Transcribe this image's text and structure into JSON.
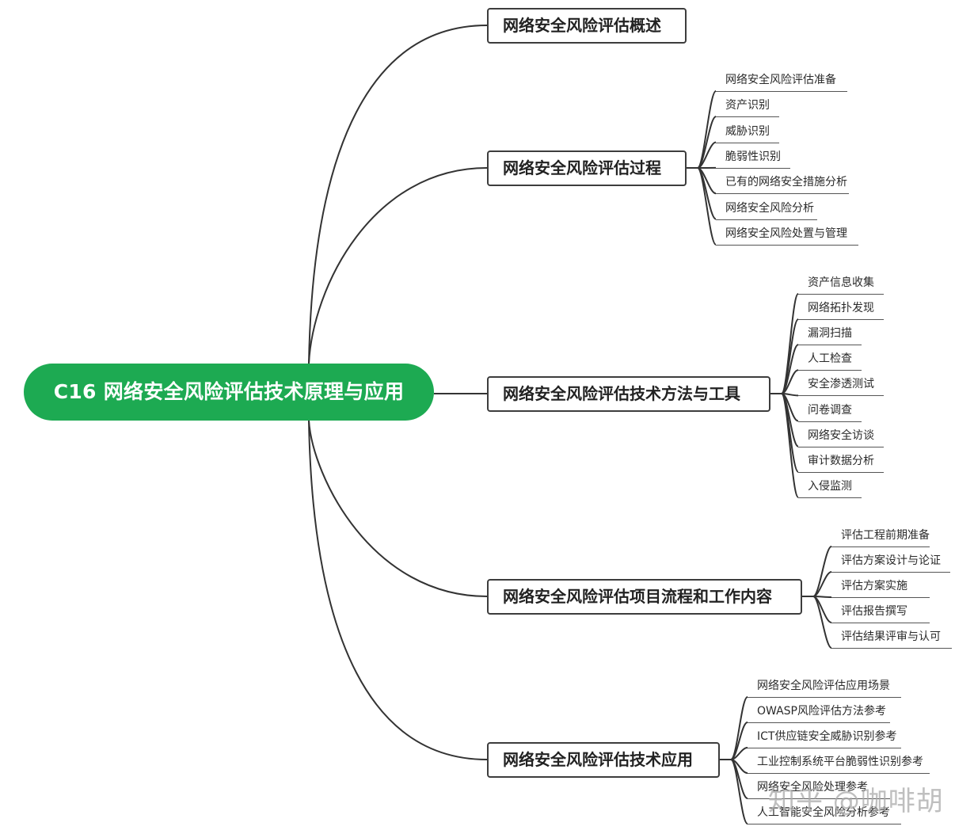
{
  "root": {
    "label": "C16 网络安全风险评估技术原理与应用",
    "color": "#1daa52"
  },
  "branches": [
    {
      "label": "网络安全风险评估概述",
      "children": []
    },
    {
      "label": "网络安全风险评估过程",
      "children": [
        "网络安全风险评估准备",
        "资产识别",
        "威胁识别",
        "脆弱性识别",
        "已有的网络安全措施分析",
        "网络安全风险分析",
        "网络安全风险处置与管理"
      ]
    },
    {
      "label": "网络安全风险评估技术方法与工具",
      "children": [
        "资产信息收集",
        "网络拓扑发现",
        "漏洞扫描",
        "人工检查",
        "安全渗透测试",
        "问卷调查",
        "网络安全访谈",
        "审计数据分析",
        "入侵监测"
      ]
    },
    {
      "label": "网络安全风险评估项目流程和工作内容",
      "children": [
        "评估工程前期准备",
        "评估方案设计与论证",
        "评估方案实施",
        "评估报告撰写",
        "评估结果评审与认可"
      ]
    },
    {
      "label": "网络安全风险评估技术应用",
      "children": [
        "网络安全风险评估应用场景",
        "OWASP风险评估方法参考",
        "ICT供应链安全威胁识别参考",
        "工业控制系统平台脆弱性识别参考",
        "网络安全风险处理参考",
        "人工智能安全风险分析参考"
      ]
    }
  ],
  "watermark": "知乎 @咖啡胡"
}
